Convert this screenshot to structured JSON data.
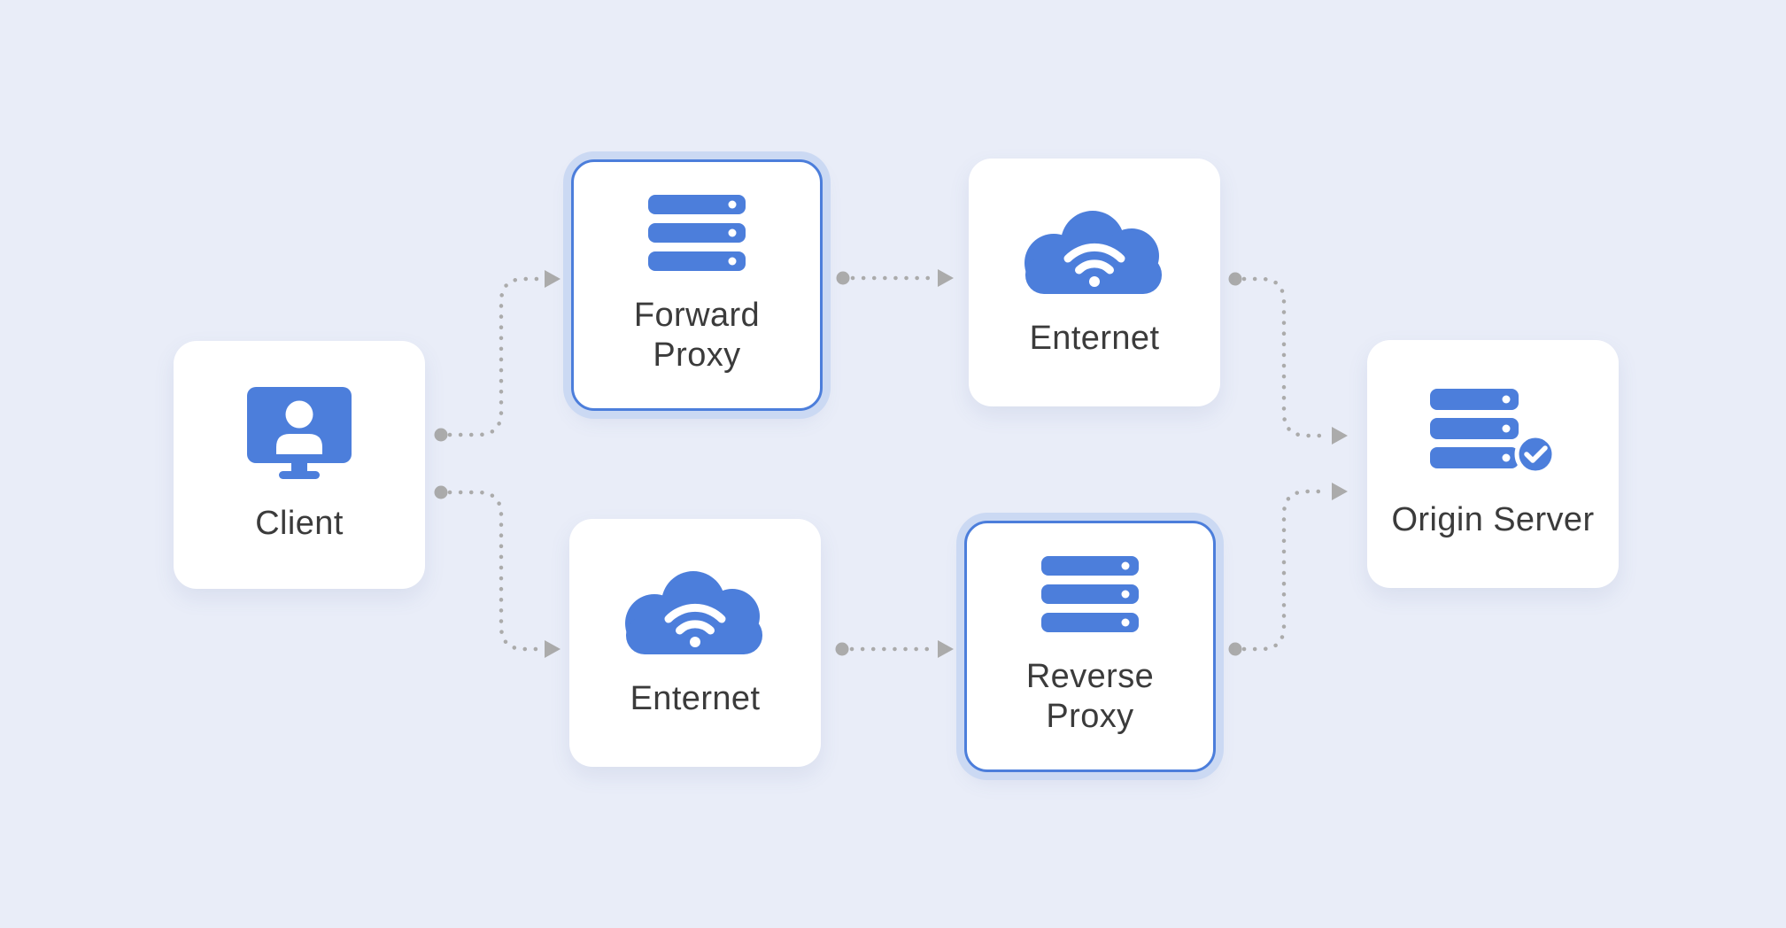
{
  "diagram": {
    "nodes": {
      "client": {
        "label": "Client",
        "icon": "monitor-user-icon",
        "highlighted": false
      },
      "forward_proxy": {
        "label": "Forward Proxy",
        "icon": "server-stack-icon",
        "highlighted": true
      },
      "enternet_top": {
        "label": "Enternet",
        "icon": "cloud-wifi-icon",
        "highlighted": false
      },
      "enternet_bottom": {
        "label": "Enternet",
        "icon": "cloud-wifi-icon",
        "highlighted": false
      },
      "reverse_proxy": {
        "label": "Reverse Proxy",
        "icon": "server-stack-icon",
        "highlighted": true
      },
      "origin_server": {
        "label": "Origin Server",
        "icon": "server-stack-check-icon",
        "highlighted": false
      }
    },
    "edges": [
      {
        "from": "client",
        "to": "forward_proxy",
        "style": "dotted-arrow"
      },
      {
        "from": "client",
        "to": "enternet_bottom",
        "style": "dotted-arrow"
      },
      {
        "from": "forward_proxy",
        "to": "enternet_top",
        "style": "dotted-arrow"
      },
      {
        "from": "enternet_top",
        "to": "origin_server",
        "style": "dotted-arrow"
      },
      {
        "from": "enternet_bottom",
        "to": "reverse_proxy",
        "style": "dotted-arrow"
      },
      {
        "from": "reverse_proxy",
        "to": "origin_server",
        "style": "dotted-arrow"
      }
    ],
    "colors": {
      "background": "#E9EDF8",
      "node_background": "#FFFFFF",
      "accent_blue": "#4C7EDB",
      "highlight_ring": "#CBD9F3",
      "connector_grey": "#ABABAB",
      "label_text": "#3B3B3B"
    }
  }
}
